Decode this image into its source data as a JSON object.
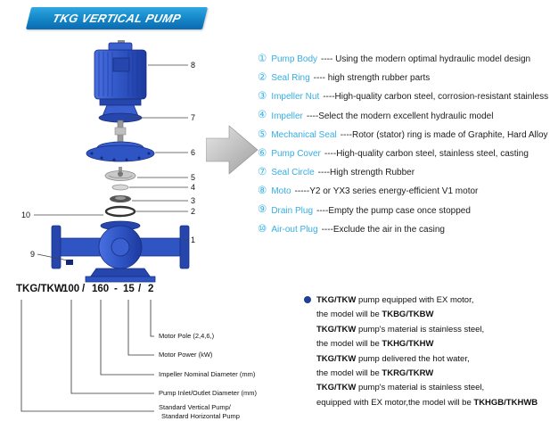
{
  "header": {
    "title": "TKG VERTICAL PUMP"
  },
  "colors": {
    "banner_blue_light": "#2fa7e1",
    "banner_blue_dark": "#0c6ab1",
    "accent_blue": "#35aee3",
    "pump_blue": "#2f55c5",
    "note_bullet_blue": "#1f3f98",
    "arrow_gray": "#bdbdbd"
  },
  "diagram": {
    "callouts": [
      "8",
      "7",
      "6",
      "5",
      "4",
      "3",
      "2",
      "1",
      "10",
      "9"
    ]
  },
  "parts_list": [
    {
      "num": "①",
      "name": "Pump Body",
      "desc": "---- Using the modern optimal hydraulic model design"
    },
    {
      "num": "②",
      "name": "Seal Ring",
      "desc": "---- high strength rubber parts"
    },
    {
      "num": "③",
      "name": "Impeller Nut",
      "desc": "----High-quality carbon steel, corrosion-resistant stainless steel"
    },
    {
      "num": "④",
      "name": "Impeller",
      "desc": "----Select the modern excellent hydraulic model"
    },
    {
      "num": "⑤",
      "name": "Mechanical Seal",
      "desc": "----Rotor (stator) ring is made of Graphite, Hard Alloy"
    },
    {
      "num": "⑥",
      "name": "Pump Cover",
      "desc": "----High-quality carbon steel, stainless steel, casting"
    },
    {
      "num": "⑦",
      "name": "Seal Circle",
      "desc": "----High strength Rubber"
    },
    {
      "num": "⑧",
      "name": "Moto",
      "desc": "-----Y2 or YX3 series energy-efficient V1 motor"
    },
    {
      "num": "⑨",
      "name": "Drain Plug",
      "desc": "----Empty the pump case once stopped"
    },
    {
      "num": "⑩",
      "name": "Air-out Plug",
      "desc": "----Exclude the air in the casing"
    }
  ],
  "model_code": {
    "tokens": [
      "TKG/TKW",
      "100",
      "/",
      "160",
      "-",
      "15",
      "/",
      "2"
    ],
    "labels": {
      "motor_pole": "Motor Pole (2,4,6,)",
      "motor_power": "Motor Power (kW)",
      "impeller_diameter": "Impeller Nominal Diameter (mm)",
      "inlet_outlet": "Pump Inlet/Outlet Diameter (mm)",
      "standard_line1": "Standard Vertical Pump/",
      "standard_line2": "Standard  Horizontal Pump"
    }
  },
  "notes": {
    "lines": [
      {
        "lead": "TKG/TKW",
        "rest": " pump equipped with EX motor,"
      },
      {
        "rest": "the model will be ",
        "tail": "TKBG/TKBW"
      },
      {
        "lead": "TKG/TKW",
        "rest": " pump's material is stainless steel,"
      },
      {
        "rest": "the model will be ",
        "tail": "TKHG/TKHW"
      },
      {
        "lead": "TKG/TKW",
        "rest": " pump delivered the hot water,"
      },
      {
        "rest": "the model will be ",
        "tail": "TKRG/TKRW"
      },
      {
        "lead": "TKG/TKW",
        "rest": " pump's material is stainless steel,"
      },
      {
        "rest": "equipped with EX motor,the model will be ",
        "tail": "TKHGB/TKHWB"
      }
    ]
  }
}
